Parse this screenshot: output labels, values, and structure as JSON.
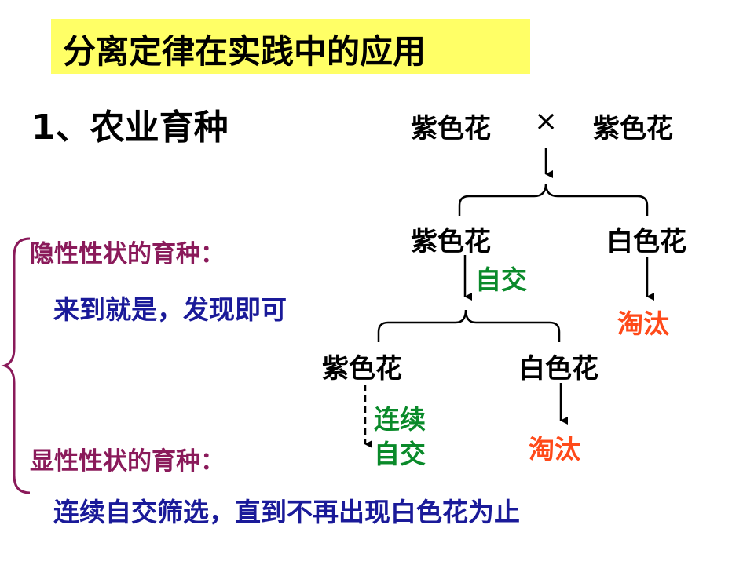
{
  "title": "分离定律在实践中的应用",
  "subtitle": "1、农业育种",
  "cross": {
    "parent_left": "紫色花",
    "symbol": "×",
    "parent_right": "紫色花"
  },
  "generation1": {
    "purple": "紫色花",
    "white": "白色花",
    "selfing": "自交",
    "eliminate": "淘汰"
  },
  "generation2": {
    "purple": "紫色花",
    "white": "白色花",
    "continuous_selfing_line1": "连续",
    "continuous_selfing_line2": "自交",
    "eliminate": "淘汰"
  },
  "recessive": {
    "heading": "隐性性状的育种：",
    "text": "来到就是，发现即可"
  },
  "dominant": {
    "heading": "显性性状的育种：",
    "text": "连续自交筛选，直到不再出现白色花为止"
  },
  "colors": {
    "title_bg": "#ffff66",
    "green": "#0a8a2a",
    "red": "#ff4a1a",
    "purple": "#8a1a5a",
    "blue": "#1a1a99"
  }
}
